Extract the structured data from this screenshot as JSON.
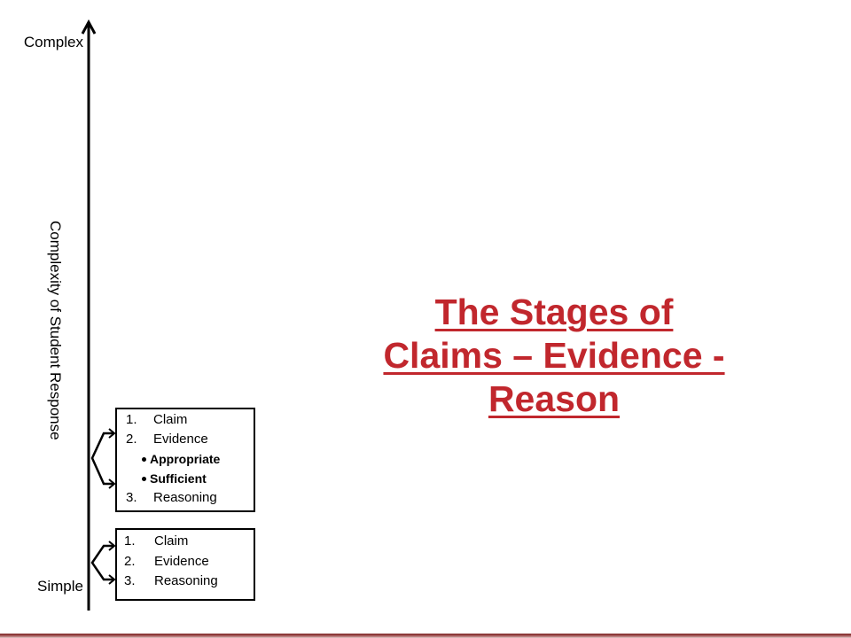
{
  "axis": {
    "top_label": "Complex",
    "bottom_label": "Simple",
    "title": "Complexity of Student Response"
  },
  "stage_boxes": [
    {
      "items": [
        {
          "number": "1.",
          "label": "Claim"
        },
        {
          "number": "2.",
          "label": "Evidence"
        },
        {
          "bullet_label": "Appropriate"
        },
        {
          "bullet_label": "Sufficient"
        },
        {
          "number": "3.",
          "label": "Reasoning"
        }
      ]
    },
    {
      "items": [
        {
          "number": "1.",
          "label": "Claim"
        },
        {
          "number": "2.",
          "label": "Evidence"
        },
        {
          "number": "3.",
          "label": "Reasoning"
        }
      ]
    }
  ],
  "title": {
    "lines": [
      "The Stages of",
      "Claims – Evidence -",
      "Reason"
    ]
  },
  "colors": {
    "title": "#c1272d",
    "footer_bar": "#7b2020",
    "axis": "#000000"
  }
}
